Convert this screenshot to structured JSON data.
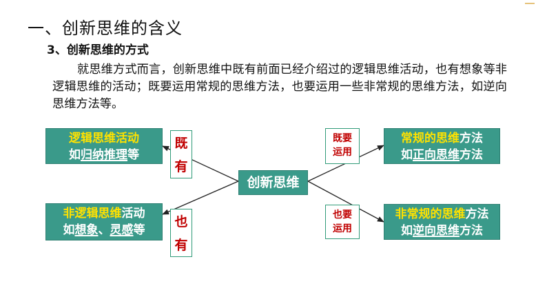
{
  "heading": {
    "title": "一、创新思维的含义",
    "subtitle": "3、创新思维的方式"
  },
  "paragraph": "就思维方式而言，创新思维中既有前面已经介绍过的逻辑思维活动，也有想象等非逻辑思维的活动；既要运用常规的思维方法，也要运用一些非常规的思维方法，如逆向思维方法等。",
  "diagram": {
    "center": "创新思维",
    "left_top": {
      "line1": "逻辑思维活动",
      "line2_prefix": "如",
      "line2_underlined_1": "归纳",
      "line2_underlined_2": "推理",
      "line2_suffix": "等",
      "connector_chars": [
        "既",
        "有"
      ]
    },
    "left_bottom": {
      "line1_yellow": "非逻辑思维",
      "line1_white": "活动",
      "line2_prefix": "如",
      "line2_underlined_1": "想象",
      "line2_mid": "、",
      "line2_underlined_2": "灵感",
      "line2_suffix": "等",
      "connector_chars": [
        "也",
        "有"
      ]
    },
    "right_top": {
      "label_lines": [
        "既要",
        "运用"
      ],
      "line1_yellow": "常规的思维",
      "line1_white": "方法",
      "line2_prefix": "如",
      "line2_underlined": "正向思维",
      "line2_suffix": "方法"
    },
    "right_bottom": {
      "label_lines": [
        "也要",
        "运用"
      ],
      "line1_yellow": "非常规的思维",
      "line1_white": "方法",
      "line2_prefix": "如",
      "line2_underlined": "逆向思维",
      "line2_suffix": "方法"
    }
  },
  "colors": {
    "box_green": "#3a9a8a",
    "highlight_yellow": "#ffe200",
    "label_red": "#c00000"
  }
}
